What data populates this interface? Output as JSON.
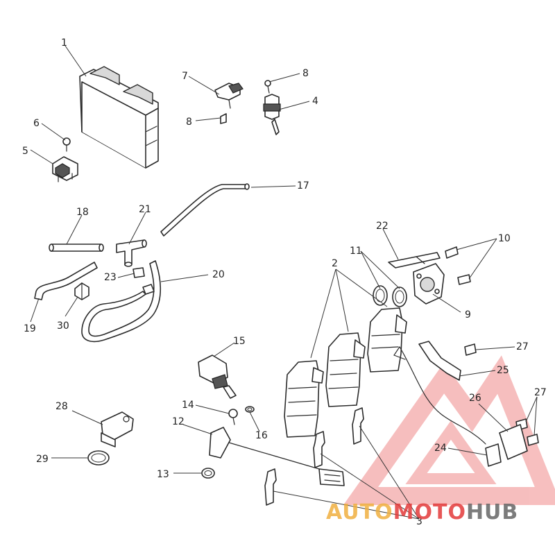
{
  "callouts": [
    "1",
    "2",
    "3",
    "4",
    "5",
    "6",
    "7",
    "8",
    "8",
    "9",
    "10",
    "11",
    "12",
    "13",
    "14",
    "15",
    "16",
    "17",
    "18",
    "19",
    "20",
    "21",
    "22",
    "23",
    "24",
    "25",
    "26",
    "27",
    "27",
    "28",
    "29",
    "30"
  ],
  "watermark": {
    "part1": "AUTO",
    "part2": "MOTO",
    "part3": "HUB",
    "color_primary": "#f0b040",
    "color_accent": "#e33a3a",
    "color_secondary": "#666666"
  }
}
